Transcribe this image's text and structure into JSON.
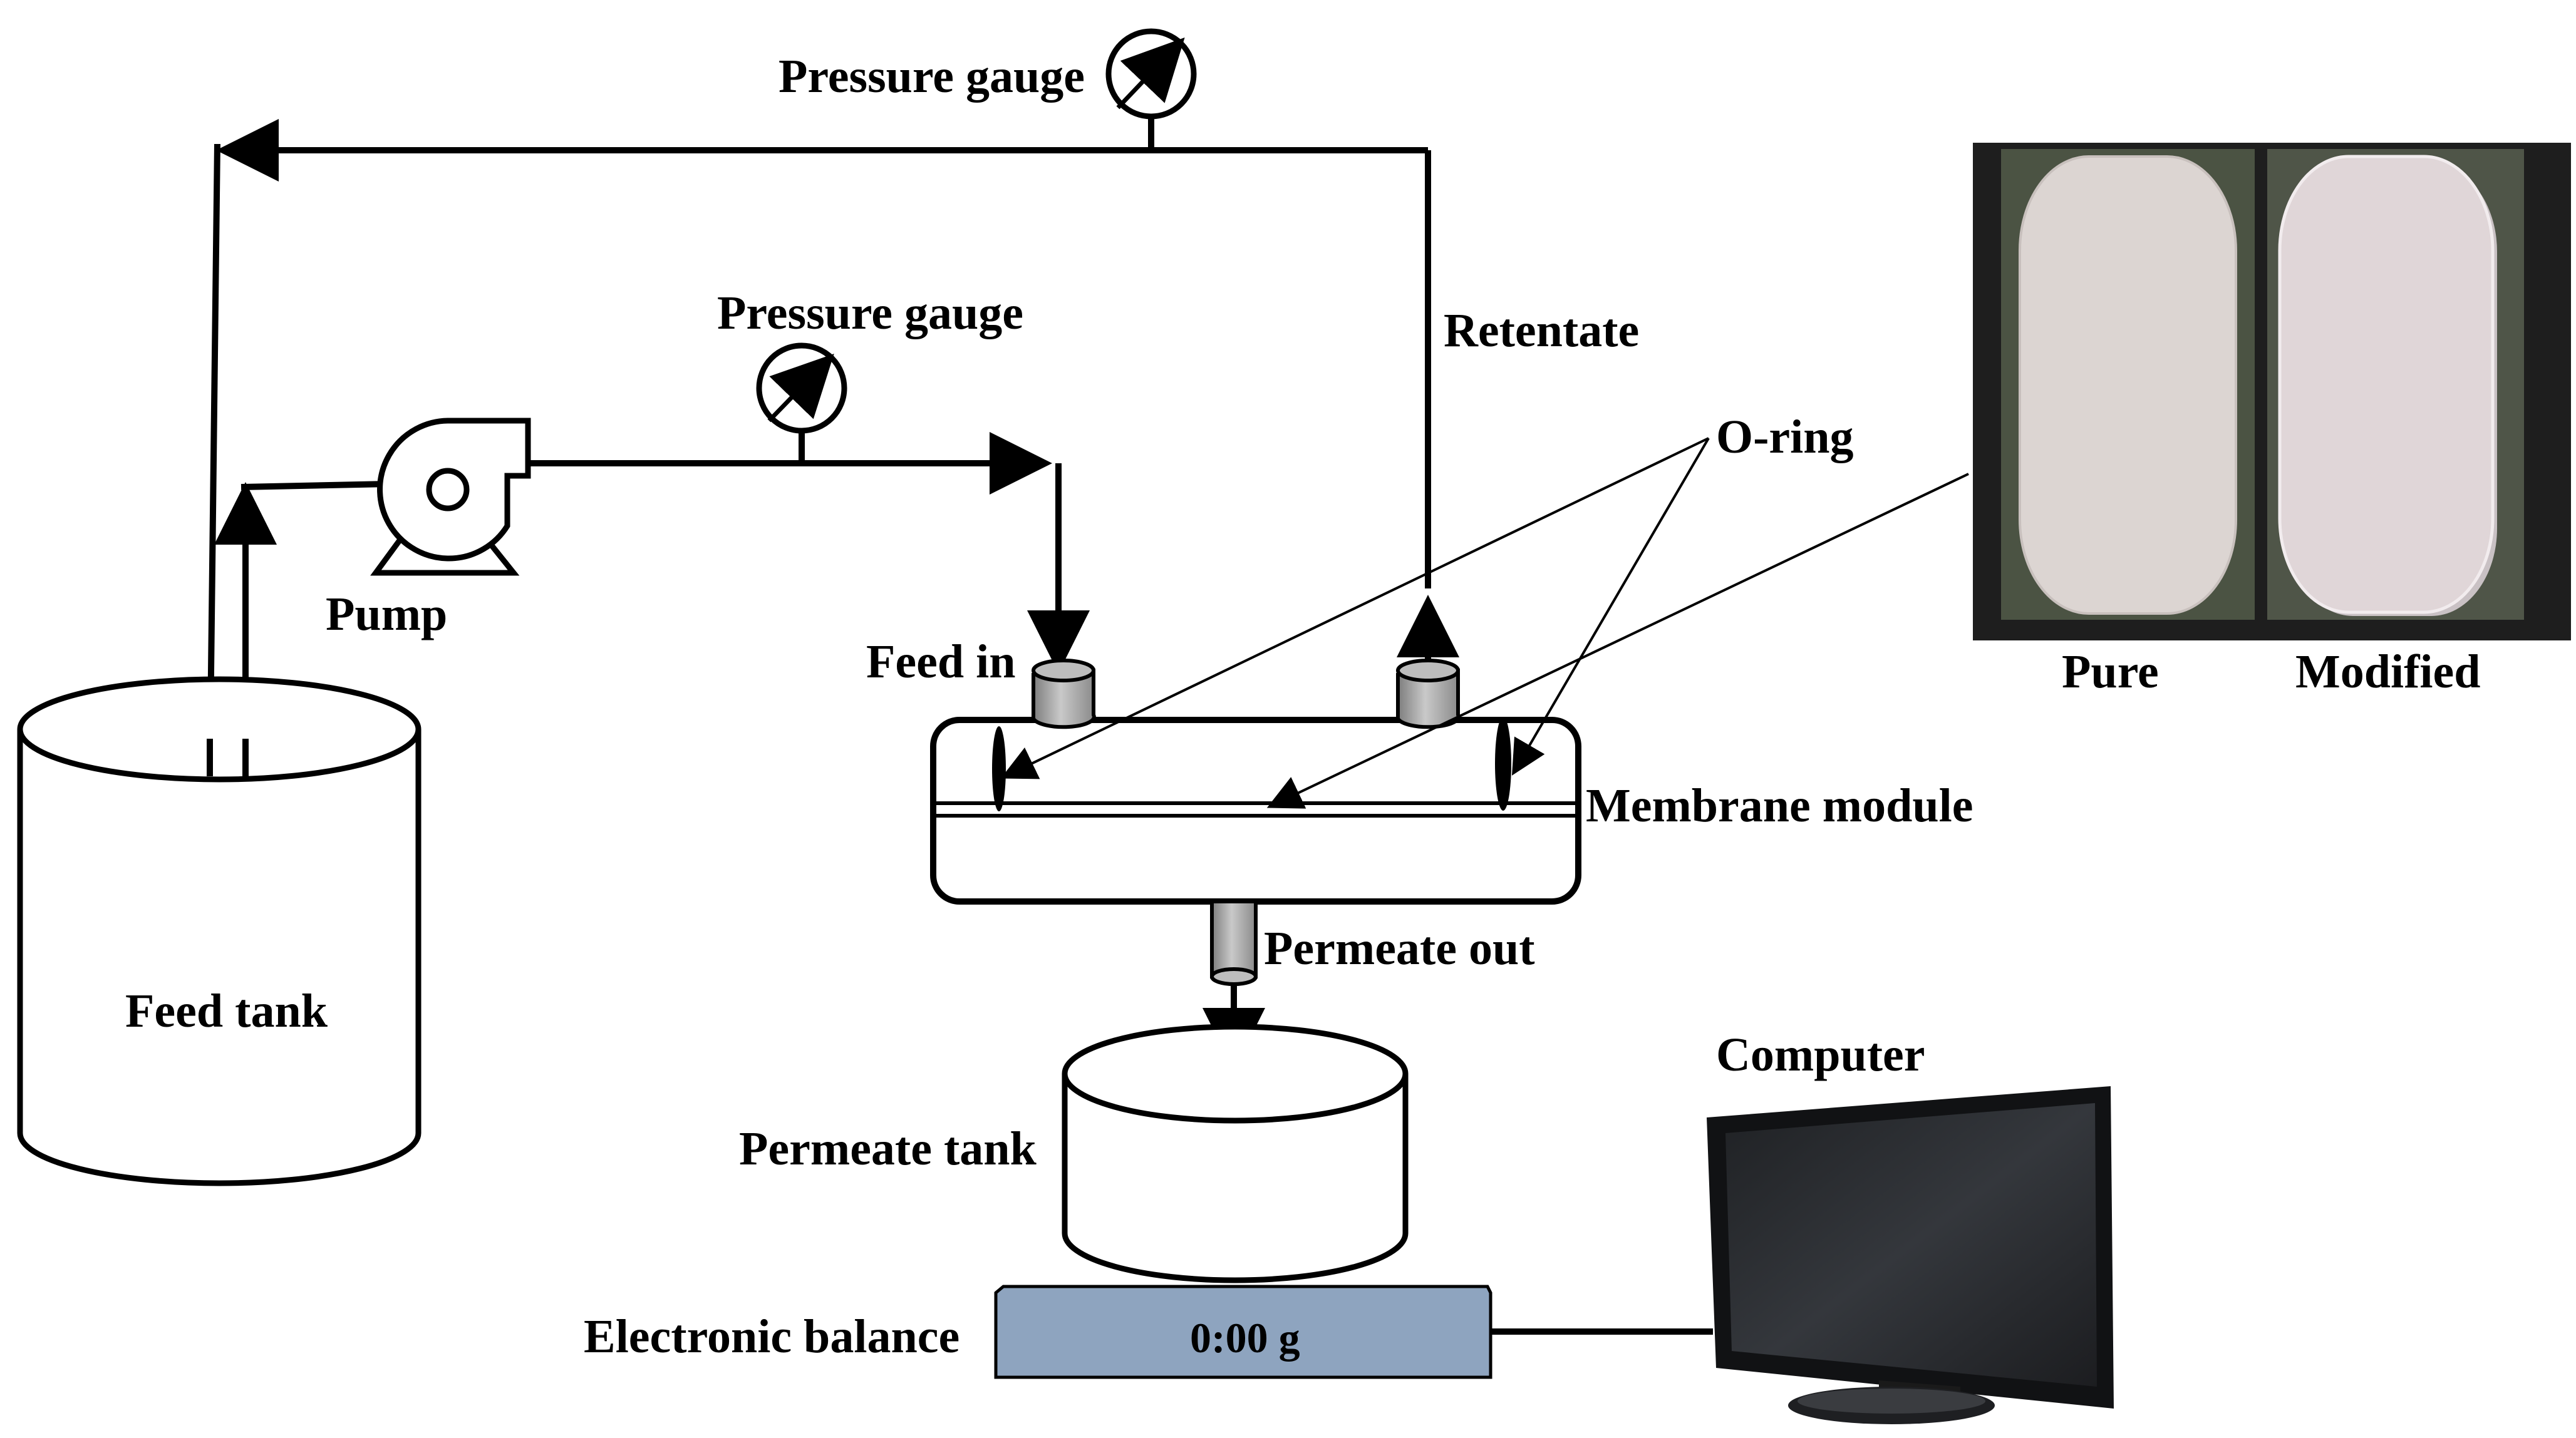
{
  "labels": {
    "pressure_gauge_top": "Pressure gauge",
    "pressure_gauge_mid": "Pressure gauge",
    "retentate": "Retentate",
    "o_ring": "O-ring",
    "pump": "Pump",
    "feed_in": "Feed in",
    "membrane_module": "Membrane module",
    "permeate_out": "Permeate out",
    "feed_tank": "Feed tank",
    "permeate_tank": "Permeate tank",
    "computer": "Computer",
    "electronic_balance": "Electronic balance",
    "balance_reading": "0:00 g",
    "photo_pure": "Pure",
    "photo_modified": "Modified"
  },
  "colors": {
    "line": "#000000",
    "fitting": "#a6a6a6",
    "balance": "#8ea4bf",
    "photo_frame": "#1e1e1e",
    "photo_bg": "#4b5343",
    "membrane_pure": "#dcd5d2",
    "membrane_modified": "#e0d6d8",
    "screen": "#2a2c30"
  }
}
